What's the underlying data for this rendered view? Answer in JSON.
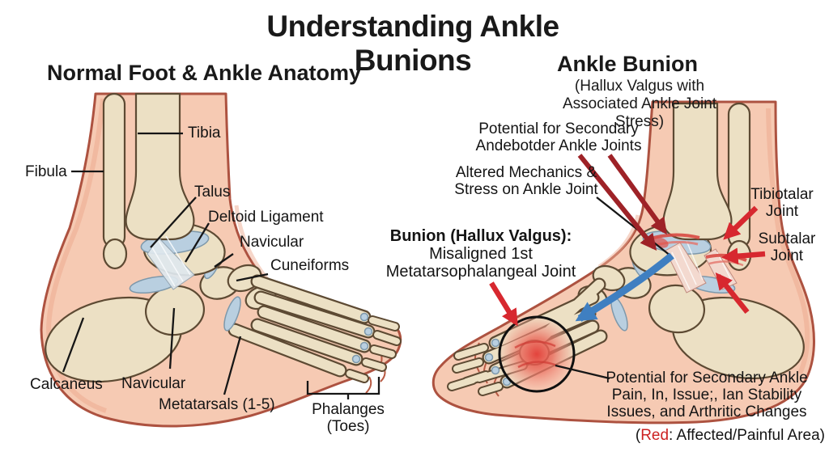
{
  "title": "Understanding Ankle Bunions",
  "left_panel": {
    "heading": "Normal Foot & Ankle Anatomy",
    "labels": {
      "tibia": "Tibia",
      "fibula": "Fibula",
      "talus": "Talus",
      "deltoid_ligament": "Deltoid Ligament",
      "navicular_upper": "Navicular",
      "cuneiforms": "Cuneiforms",
      "calcaneus": "Calcaneus",
      "navicular_lower": "Navicular",
      "metatarsals": "Metatarsals (1-5)",
      "phalanges": "Phalanges",
      "phalanges_sub": "(Toes)"
    }
  },
  "right_panel": {
    "heading": "Ankle Bunion",
    "subheading": "(Hallux Valgus with Associated Ankle Joint Stress)",
    "labels": {
      "secondary_joints_1": "Potential for Secondary",
      "secondary_joints_2": "Andebotder Ankle Joints",
      "altered_1": "Altered Mechanics &",
      "altered_2": "Stress on Ankle Joint",
      "bunion_1": "Bunion (Hallux Valgus):",
      "bunion_2": "Misaligned 1st",
      "bunion_3": "Metatarsophalangeal Joint",
      "tibiotalar_1": "Tibiotalar",
      "tibiotalar_2": "Joint",
      "subtalar_1": "Subtalar",
      "subtalar_2": "Joint",
      "secondary_pain_1": "Potential for Secondary Ankle",
      "secondary_pain_2": "Pain, In, Issue;, Ian Stability",
      "secondary_pain_3": "Issues, and Arthritic Changes"
    },
    "legend": {
      "open": "(",
      "red_word": "Red",
      "rest": ": Affected/Painful Area)"
    }
  },
  "colors": {
    "skin": "#f6cab3",
    "skin_outline": "#ad5240",
    "bone": "#ece0c4",
    "bone_outline": "#5d4a33",
    "joint_blue": "#b9cfe0",
    "arrow_red": "#d7282f",
    "arrow_dark_red": "#9e2227",
    "arrow_blue": "#3f7fc1",
    "inflammation_red": "#d84a42",
    "legend_red": "#cc2222"
  }
}
